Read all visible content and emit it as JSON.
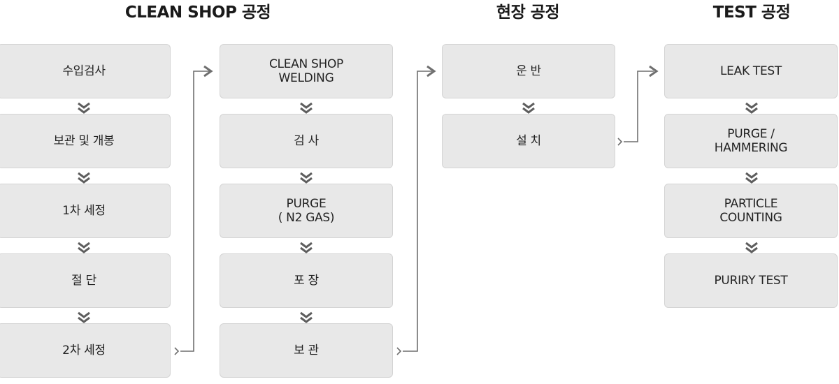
{
  "headings": {
    "clean_shop": "CLEAN SHOP 공정",
    "field": "현장 공정",
    "test": "TEST 공정"
  },
  "columns": {
    "clean_shop_1": [
      "수입검사",
      "보관 및 개봉",
      "1차 세정",
      "절  단",
      "2차 세정"
    ],
    "clean_shop_2": [
      "CLEAN SHOP\nWELDING",
      "검  사",
      "PURGE\n( N2 GAS)",
      "포  장",
      "보  관"
    ],
    "field": [
      "운  반",
      "설  치"
    ],
    "test": [
      "LEAK TEST",
      "PURGE /\nHAMMERING",
      "PARTICLE\nCOUNTING",
      "PURIRY TEST"
    ]
  },
  "colors": {
    "box_fill": "#e8e8e8",
    "arrow": "#6f6f6f",
    "chevron": "#5e5e5e"
  },
  "icons": {
    "flow_down": "double-chevron-down-icon",
    "flow_next": "elbow-arrow-right-icon"
  }
}
